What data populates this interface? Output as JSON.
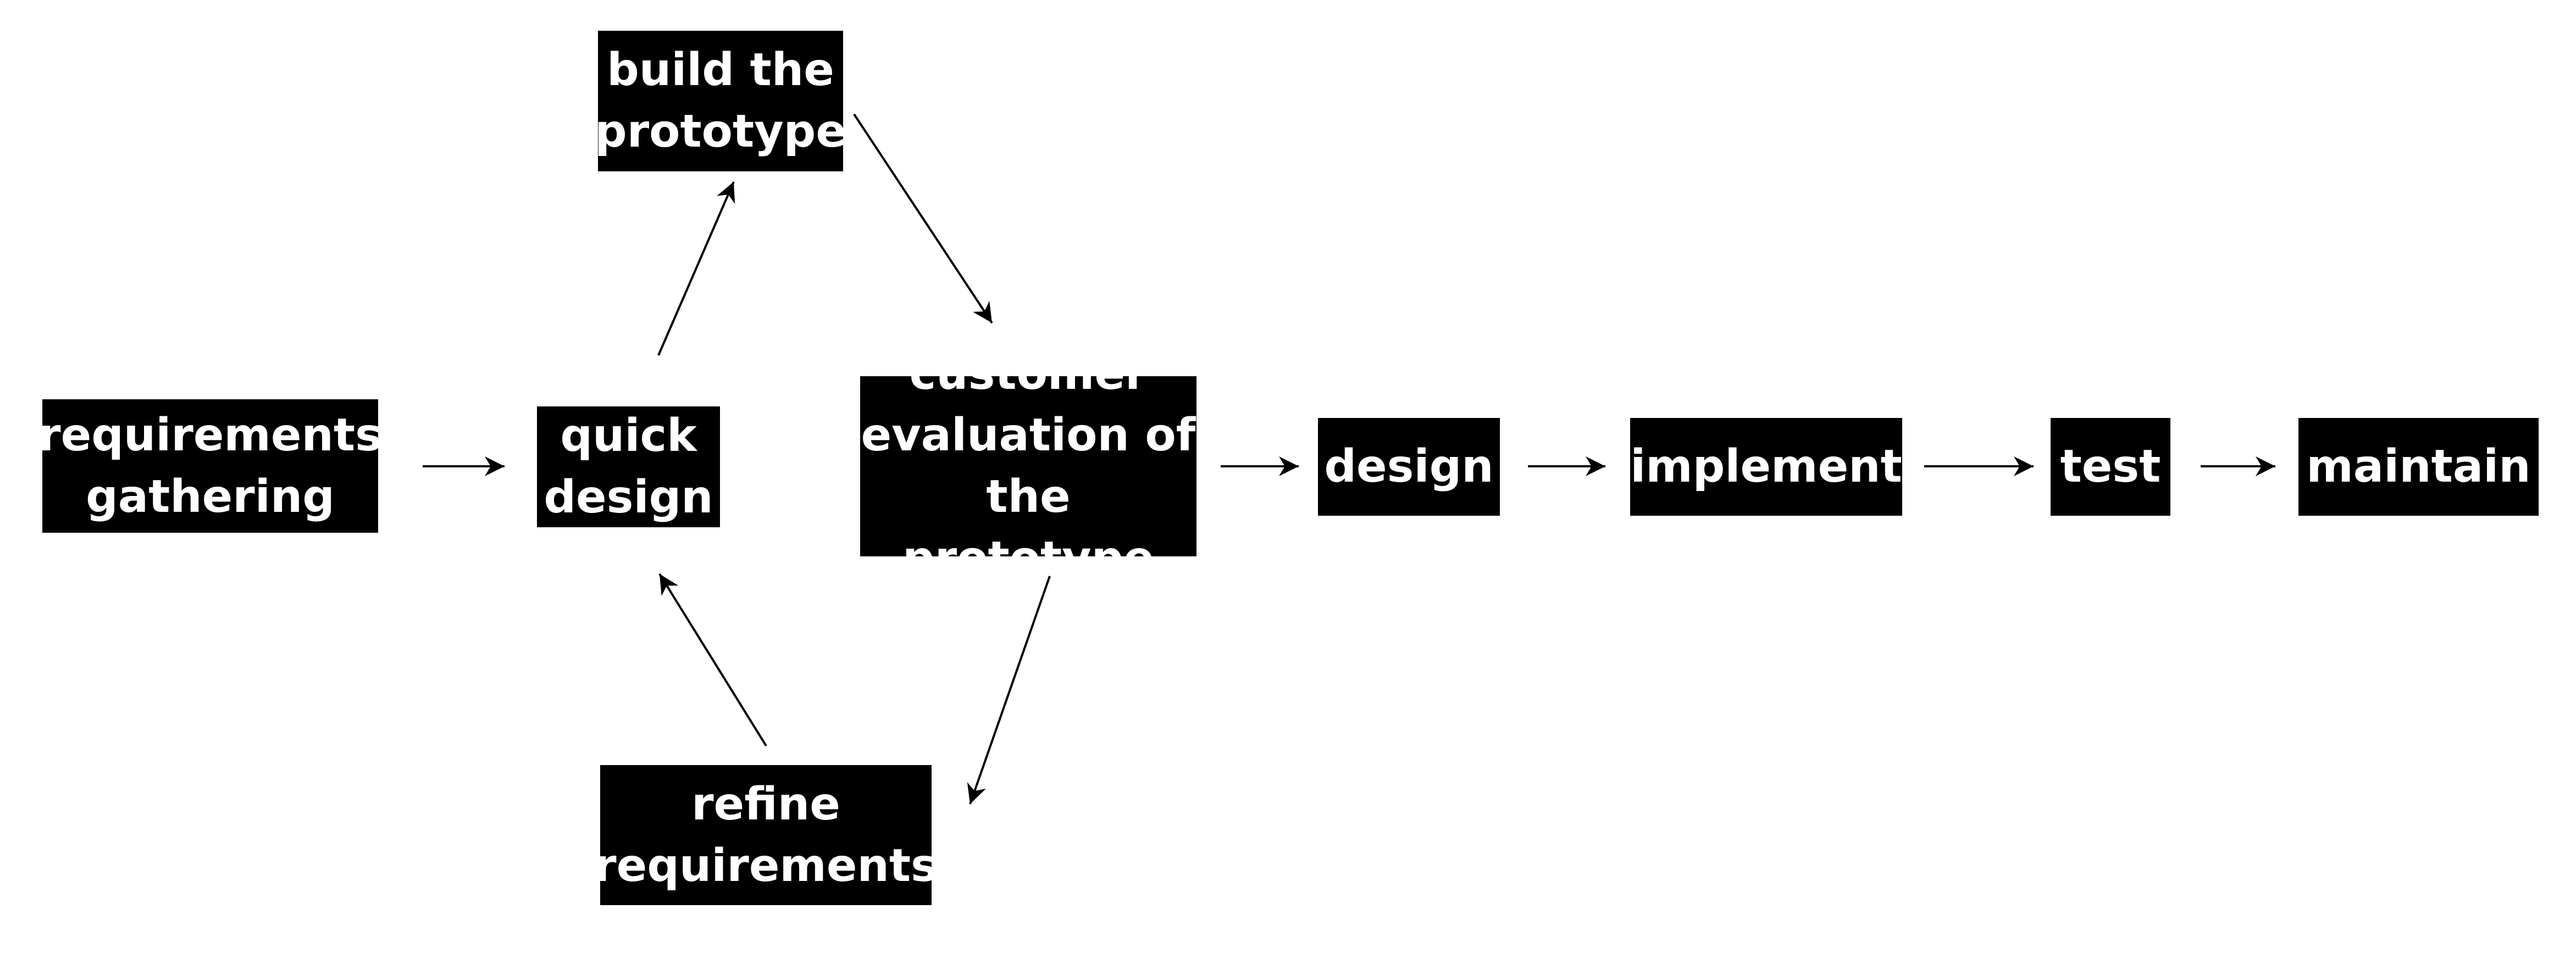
{
  "colors": {
    "box_fill": "#000000",
    "box_text": "#ffffff",
    "arrow": "#000000",
    "background": "#ffffff"
  },
  "nodes": {
    "requirements_gathering": {
      "line1": "requirements",
      "line2": "gathering"
    },
    "quick_design": {
      "line1": "quick",
      "line2": "design"
    },
    "build_prototype": {
      "line1": "build the",
      "line2": "prototype"
    },
    "customer_evaluation": {
      "line1": "customer",
      "line2": "evaluation of",
      "line3": "the prototype"
    },
    "refine_requirements": {
      "line1": "refine",
      "line2": "requirements"
    },
    "design": {
      "line1": "design"
    },
    "implement": {
      "line1": "implement"
    },
    "test": {
      "line1": "test"
    },
    "maintain": {
      "line1": "maintain"
    }
  },
  "edges": [
    {
      "from": "requirements gathering",
      "to": "quick design"
    },
    {
      "from": "quick design",
      "to": "build the prototype"
    },
    {
      "from": "build the prototype",
      "to": "customer evaluation of the prototype"
    },
    {
      "from": "customer evaluation of the prototype",
      "to": "refine requirements"
    },
    {
      "from": "refine requirements",
      "to": "quick design"
    },
    {
      "from": "customer evaluation of the prototype",
      "to": "design"
    },
    {
      "from": "design",
      "to": "implement"
    },
    {
      "from": "implement",
      "to": "test"
    },
    {
      "from": "test",
      "to": "maintain"
    }
  ]
}
